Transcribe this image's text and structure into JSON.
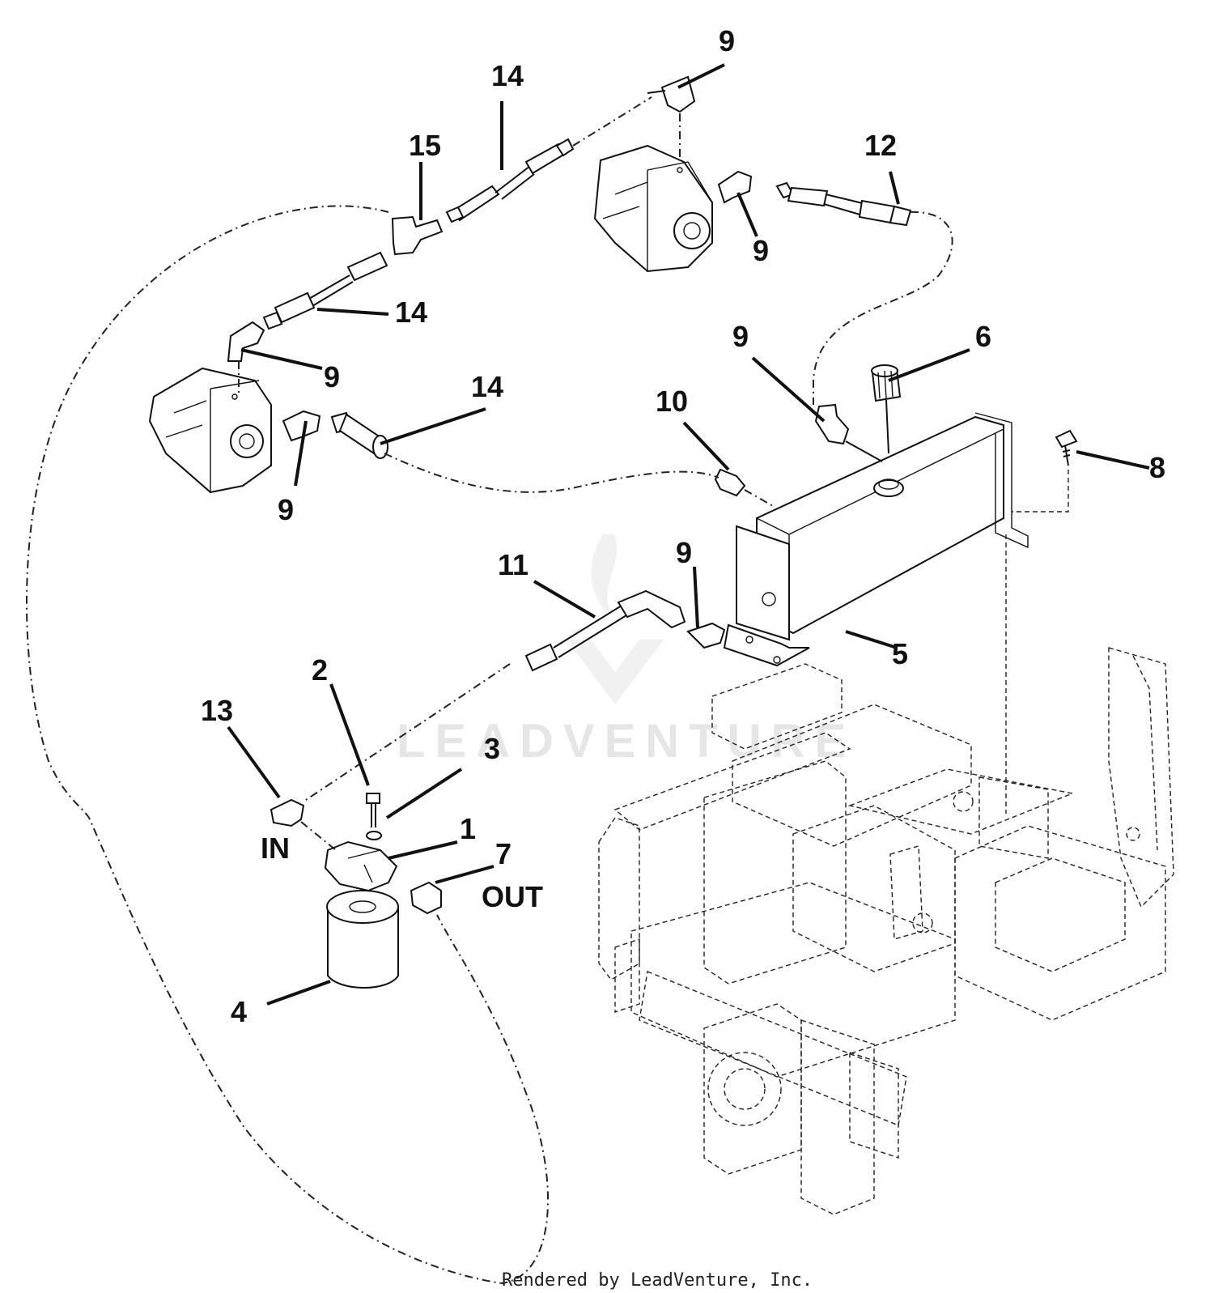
{
  "callouts": {
    "c1": "1",
    "c2": "2",
    "c3": "3",
    "c4": "4",
    "c5": "5",
    "c6": "6",
    "c7": "7",
    "c8": "8",
    "c9": "9",
    "c10": "10",
    "c11": "11",
    "c12": "12",
    "c13": "13",
    "c14": "14",
    "c15": "15"
  },
  "port_labels": {
    "in": "IN",
    "out": "OUT"
  },
  "watermark": "LEADVENTURE",
  "footer": "Rendered by LeadVenture, Inc."
}
